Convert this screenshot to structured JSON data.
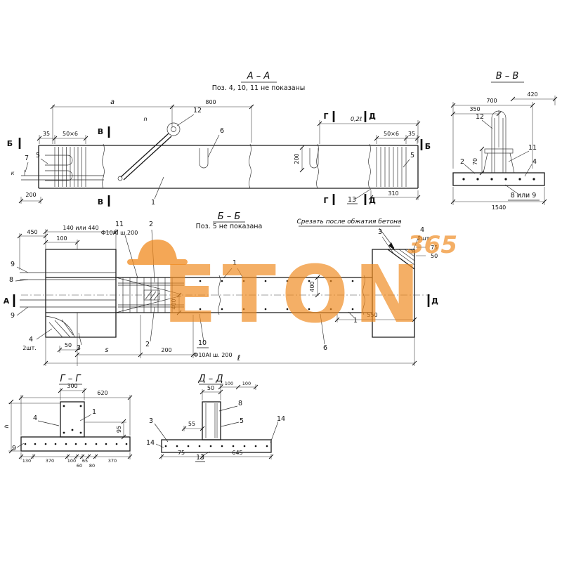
{
  "wm": {
    "brand": "ETON",
    "num": "365",
    "color": "#F08A1E"
  },
  "aa": {
    "title": "А – А",
    "note": "Поз. 4, 10, 11 не показаны",
    "dim_a": "a",
    "dim_800": "800",
    "dim_n": "n",
    "lbl_12": "12",
    "lbl_6": "6",
    "lbl_7": "7",
    "lbl_5l": "5",
    "lbl_5r": "5",
    "lbl_1": "1",
    "lbl_13": "13",
    "lbl_k": "к",
    "dim_35l": "35",
    "dim_50x6l": "50×6",
    "dim_50x6r": "50×6",
    "dim_35r": "35",
    "dim_200l": "200",
    "dim_200v": "200",
    "dim_02l": "0,2ℓ",
    "dim_310": "310",
    "mk_b_l": "Б",
    "mk_b_r": "Б",
    "mk_v_t": "В",
    "mk_v_b": "В",
    "mk_g_t": "Г",
    "mk_g_b": "Г",
    "mk_d_t": "Д",
    "mk_d_b": "Д"
  },
  "vv": {
    "title": "В – В",
    "dim_700": "700",
    "dim_420": "420",
    "dim_350": "350",
    "dim_70": "70",
    "lbl_12": "12",
    "lbl_11": "11",
    "lbl_2": "2",
    "lbl_4": "4",
    "lbl_8or9": "8 или 9",
    "dim_1540": "1540"
  },
  "bb": {
    "title": "Б – Б",
    "note": "Поз. 5 не показана",
    "cut_note": "Срезать после обжатия бетона",
    "dim_450": "450",
    "dim_140_440": "140 или 440",
    "dim_100": "100",
    "lbl_11": "11",
    "spec_11": "Ф10АI ш.200",
    "lbl_2t": "2",
    "lbl_2b": "2",
    "lbl_9t": "9",
    "lbl_9b": "9",
    "lbl_8": "8",
    "lbl_4l": "4",
    "qty_4l": "2шт.",
    "lbl_3b": "3",
    "lbl_3t": "3",
    "lbl_4r": "4",
    "qty_4r": "2шт.",
    "dim_75": "75",
    "dim_50r": "50",
    "dim_50": "50",
    "dim_s": "s",
    "dim_200": "200",
    "dim_l": "ℓ",
    "lbl_10": "10",
    "spec_10": "Ф10АI ш. 200",
    "lbl_6": "6",
    "lbl_1c": "1",
    "lbl_1r": "1",
    "dim_400a": "400",
    "dim_400b": "400",
    "dim_550": "550",
    "mk_a": "А",
    "mk_d": "Д"
  },
  "gg": {
    "title": "Г – Г",
    "dim_300": "300",
    "dim_620": "620",
    "lbl_4": "4",
    "lbl_1": "1",
    "lbl_9": "9",
    "dim_h": "h",
    "dim_95": "95",
    "dims_bottom": [
      "130",
      "370",
      "100",
      "60",
      "65",
      "80",
      "370"
    ]
  },
  "dd": {
    "title": "Д – Д",
    "dim_50": "50",
    "dim_100a": "100",
    "dim_100b": "100",
    "lbl_8": "8",
    "lbl_5": "5",
    "lbl_3": "3",
    "lbl_14l": "14",
    "lbl_14r": "14",
    "lbl_13": "13",
    "dim_55": "55",
    "dim_75": "75",
    "dim_645": "645"
  }
}
